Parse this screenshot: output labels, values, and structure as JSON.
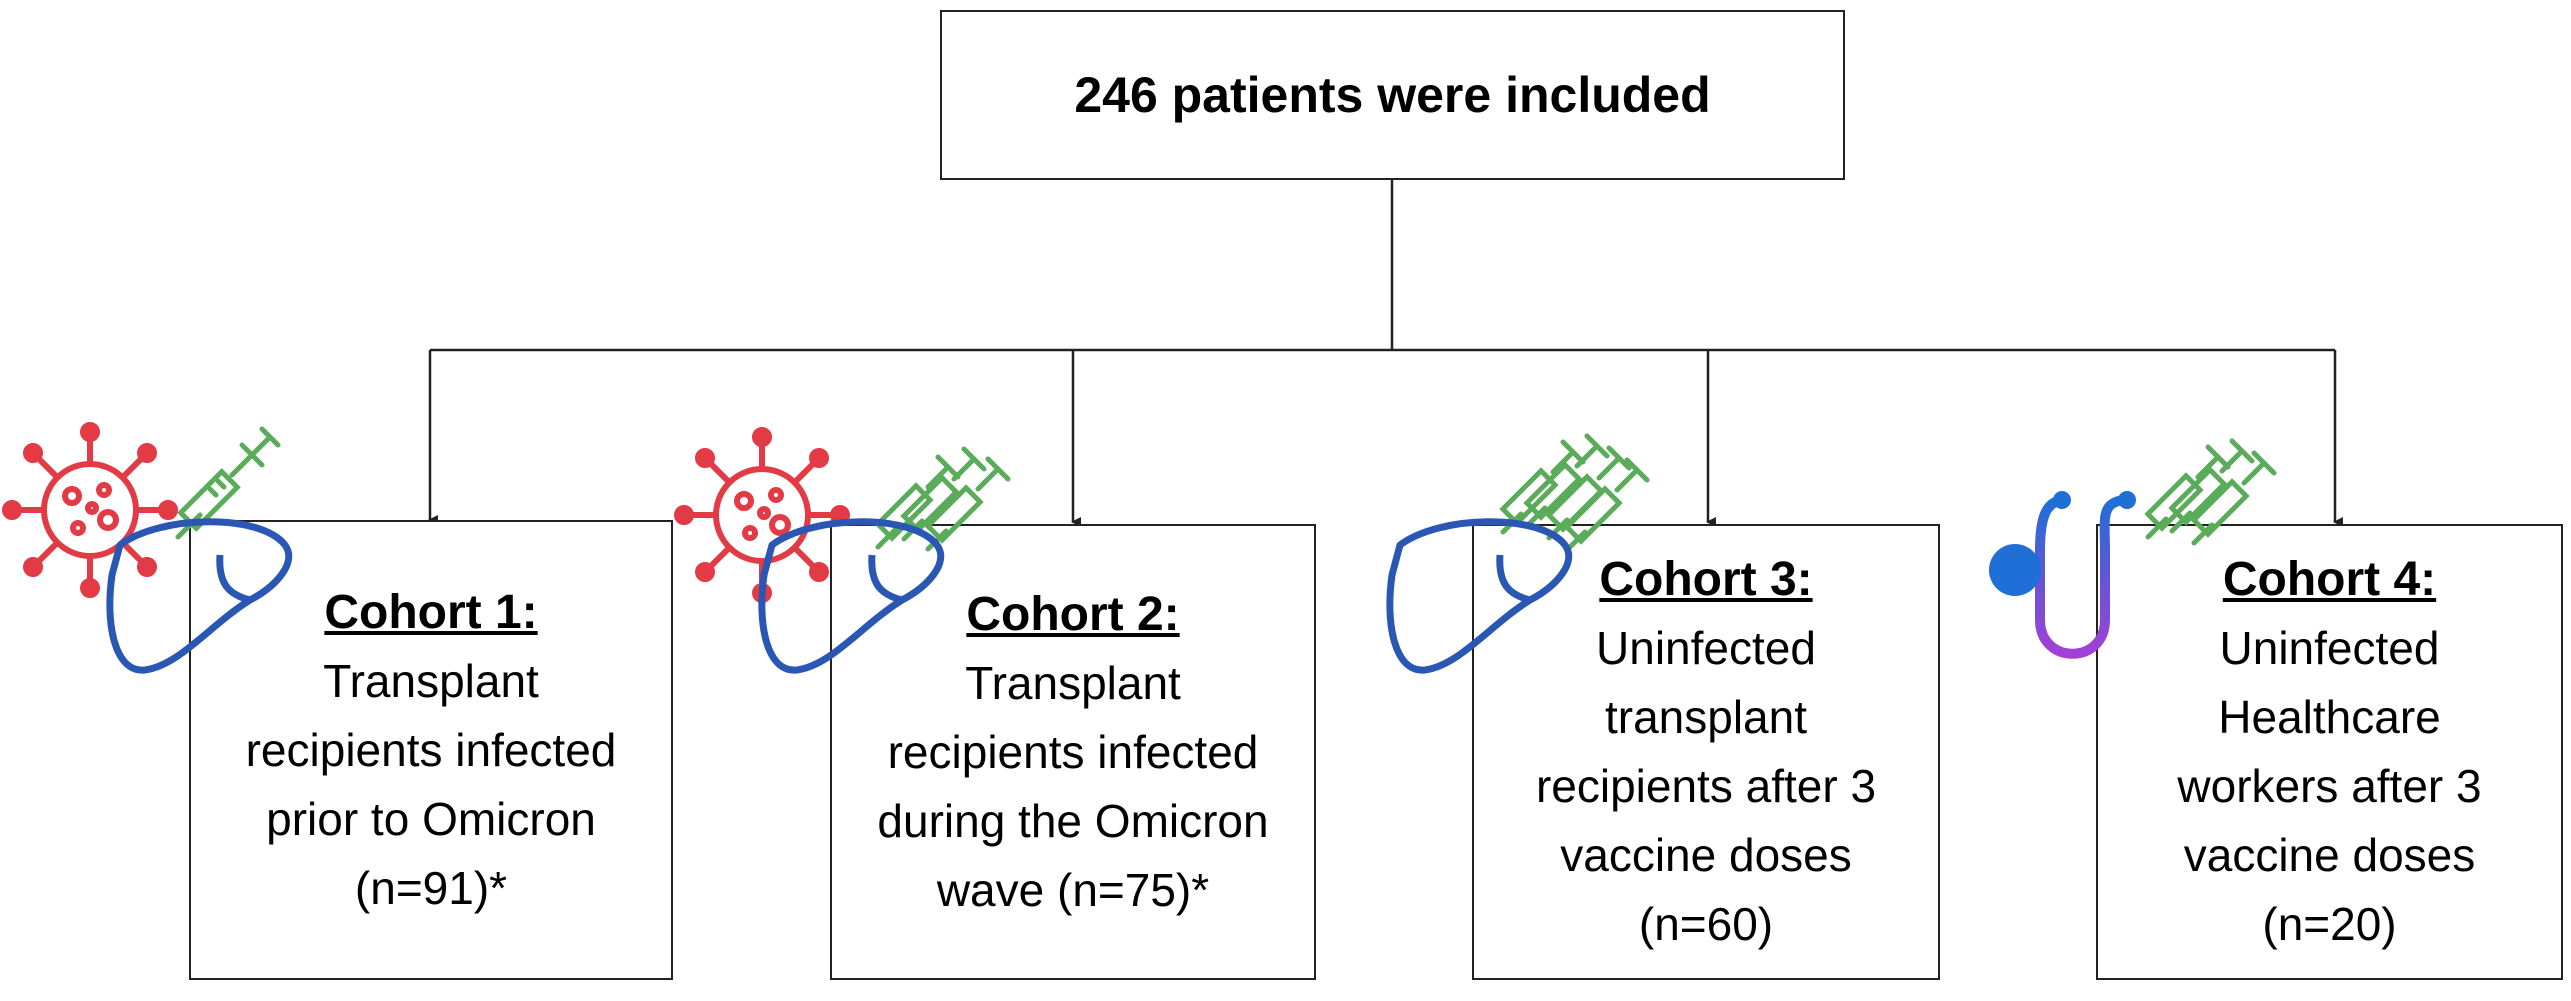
{
  "flowchart": {
    "top": {
      "text": "246 patients were included"
    },
    "cohorts": [
      {
        "title": "Cohort 1:",
        "lines": [
          "Transplant",
          "recipients infected",
          "prior to Omicron",
          "(n=91)*"
        ],
        "icons": [
          "virus-icon",
          "liver-icon",
          "syringe-icon"
        ],
        "colors": {
          "virus": "#e23b45",
          "liver": "#2a57b4",
          "syringe": "#5aab5a"
        }
      },
      {
        "title": "Cohort 2:",
        "lines": [
          "Transplant",
          "recipients infected",
          "during the Omicron",
          "wave (n=75)*"
        ],
        "icons": [
          "virus-icon",
          "liver-icon",
          "syringes-icon"
        ],
        "colors": {
          "virus": "#e23b45",
          "liver": "#2a57b4",
          "syringe": "#5aab5a"
        }
      },
      {
        "title": "Cohort 3:",
        "lines": [
          "Uninfected",
          "transplant",
          "recipients after 3",
          "vaccine doses",
          "(n=60)"
        ],
        "icons": [
          "liver-icon",
          "syringes-icon"
        ],
        "colors": {
          "liver": "#2a57b4",
          "syringe": "#5aab5a"
        }
      },
      {
        "title": "Cohort 4:",
        "lines": [
          "Uninfected",
          "Healthcare",
          "workers after 3",
          "vaccine doses",
          "(n=20)"
        ],
        "icons": [
          "stethoscope-icon",
          "syringes-icon"
        ],
        "colors": {
          "stethoscope_top": "#1f6fd6",
          "stethoscope_bottom": "#a33fd6",
          "syringe": "#5aab5a"
        }
      }
    ]
  }
}
